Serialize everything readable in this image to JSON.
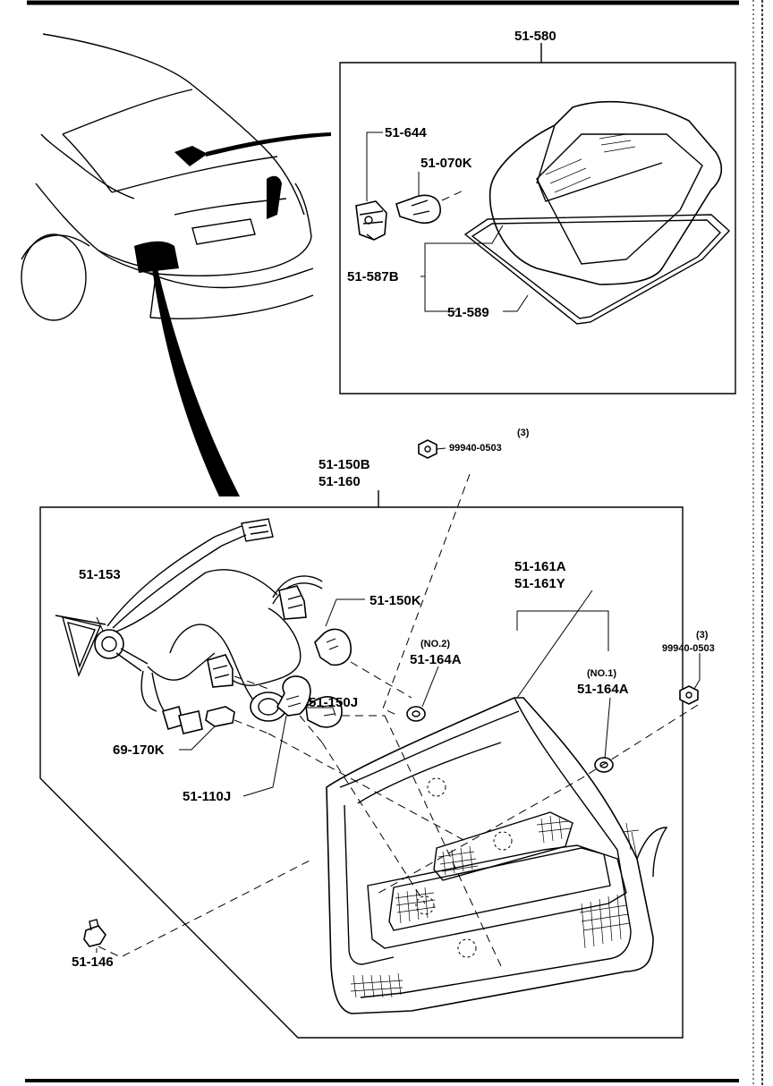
{
  "callouts": {
    "high_mount_assembly": "51-580",
    "socket_644": "51-644",
    "bulb_070k": "51-070K",
    "lens_587b": "51-587B",
    "gasket_589": "51-589",
    "nut_qty_top": "(3)",
    "nut_top": "99940-0503",
    "lamp_150b": "51-150B",
    "lamp_160": "51-160",
    "harness_153": "51-153",
    "bulb_150k": "51-150K",
    "lens_161a": "51-161A",
    "lens_161y": "51-161Y",
    "gasket_no2_tag": "(NO.2)",
    "gasket_no2": "51-164A",
    "gasket_no1_tag": "(NO.1)",
    "gasket_no1": "51-164A",
    "nut_qty_right": "(3)",
    "nut_right": "99940-0503",
    "bulb_150j": "51-150J",
    "bulb_170k": "69-170K",
    "bulb_110j": "51-110J",
    "clip_146": "51-146"
  }
}
